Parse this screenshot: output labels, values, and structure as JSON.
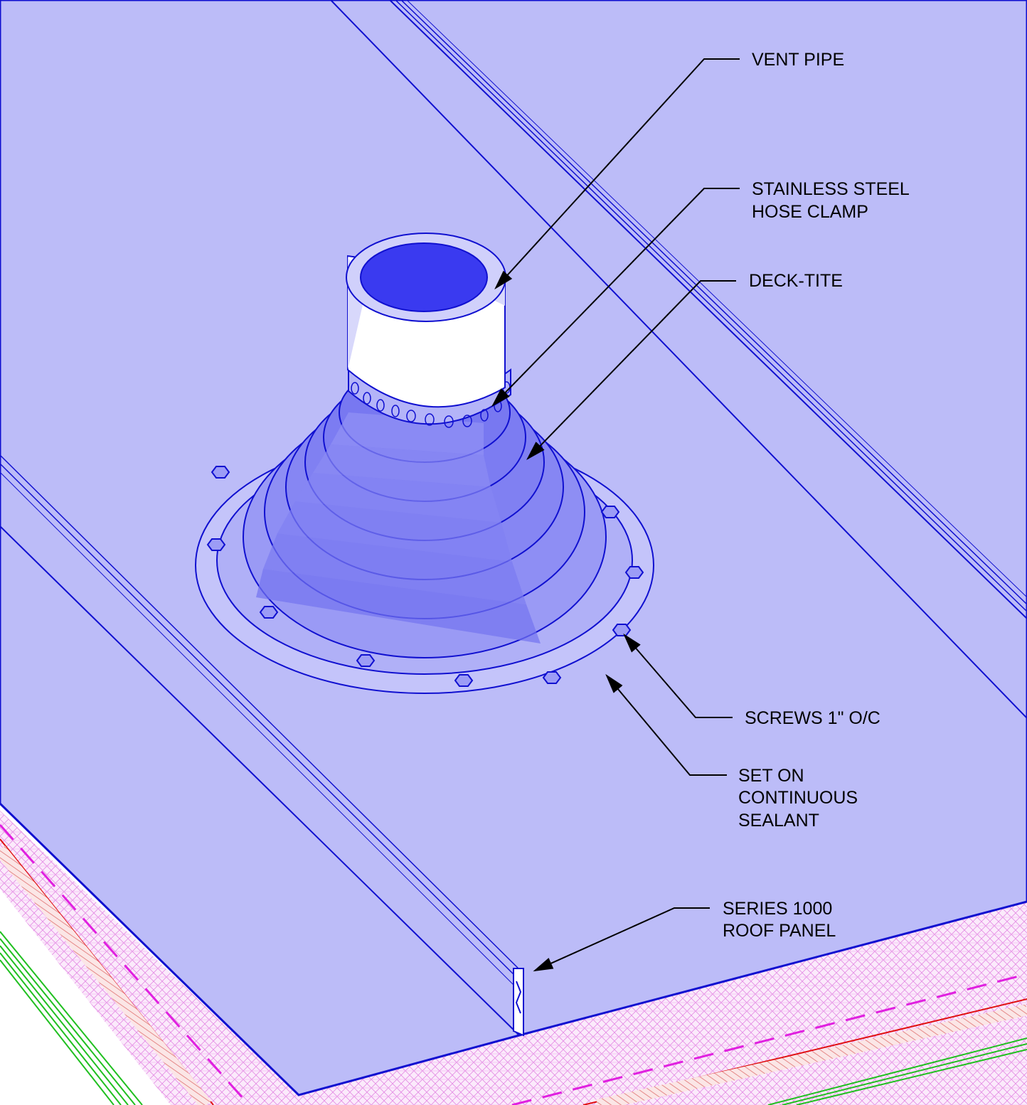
{
  "callouts": {
    "vent_pipe": "VENT PIPE",
    "hose_clamp_line1": "STAINLESS STEEL",
    "hose_clamp_line2": "HOSE CLAMP",
    "deck_tite": "DECK-TITE",
    "screws": "SCREWS 1\" O/C",
    "sealant_line1": "SET ON",
    "sealant_line2": "CONTINUOUS",
    "sealant_line3": "SEALANT",
    "roof_panel_line1": "SERIES 1000",
    "roof_panel_line2": "ROOF PANEL"
  },
  "colors": {
    "panel_fill": "#bcbcf8",
    "panel_line": "#1010d0",
    "boot_fill": "#7f7ff2",
    "boot_light": "#a8a8f6",
    "pipe_opening": "#3a3af0",
    "pipe_body": "#ffffff",
    "insulation_hatch": "#e060e0",
    "red_line": "#e01010",
    "green_line": "#20c020",
    "leader": "#000000"
  }
}
